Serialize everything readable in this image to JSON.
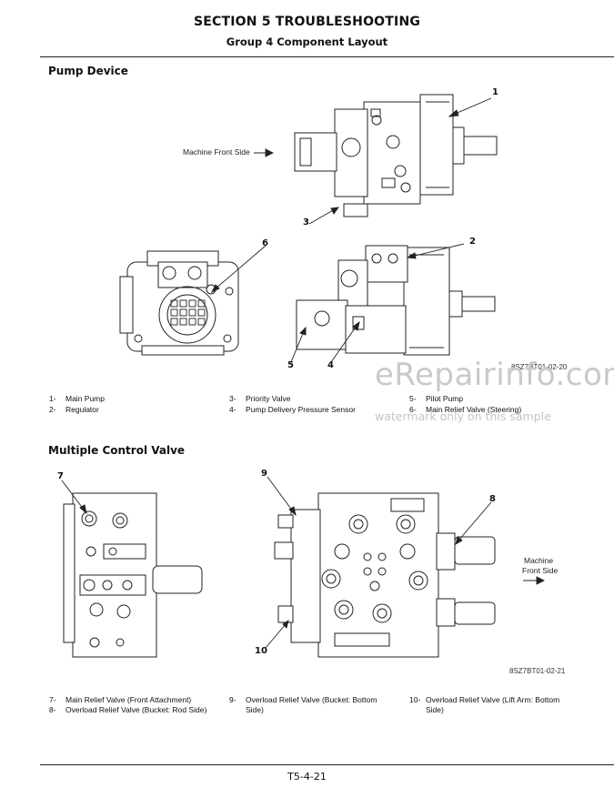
{
  "header": {
    "section_title": "SECTION 5 TROUBLESHOOTING",
    "group_title": "Group 4 Component Layout"
  },
  "pump_device": {
    "title": "Pump Device",
    "machine_front_side_label": "Machine Front Side",
    "callouts": [
      "1",
      "2",
      "3",
      "4",
      "5",
      "6"
    ],
    "figure_code": "8SZ7BT01-02-20",
    "legend": [
      {
        "num": "1-",
        "text": "Main Pump"
      },
      {
        "num": "2-",
        "text": "Regulator"
      },
      {
        "num": "3-",
        "text": "Priority Valve"
      },
      {
        "num": "4-",
        "text": "Pump Delivery Pressure Sensor"
      },
      {
        "num": "5-",
        "text": "Pilot Pump"
      },
      {
        "num": "6-",
        "text": "Main Relief Valve (Steering)"
      }
    ]
  },
  "control_valve": {
    "title": "Multiple Control Valve",
    "machine_front_side_label_line1": "Machine",
    "machine_front_side_label_line2": "Front Side",
    "callouts": [
      "7",
      "8",
      "9",
      "10"
    ],
    "figure_code": "8SZ7BT01-02-21",
    "legend": [
      {
        "num": "7-",
        "text": "Main Relief Valve (Front Attachment)"
      },
      {
        "num": "8-",
        "text": "Overload Relief Valve (Bucket: Rod Side)"
      },
      {
        "num": "9-",
        "text": "Overload Relief Valve (Bucket: Bottom Side)"
      },
      {
        "num": "10-",
        "text": "Overload Relief Valve (Lift Arm: Bottom Side)"
      }
    ]
  },
  "watermark": {
    "main": "eRepairinfo.com",
    "sub": "watermark only on this sample"
  },
  "page_number": "T5-4-21"
}
